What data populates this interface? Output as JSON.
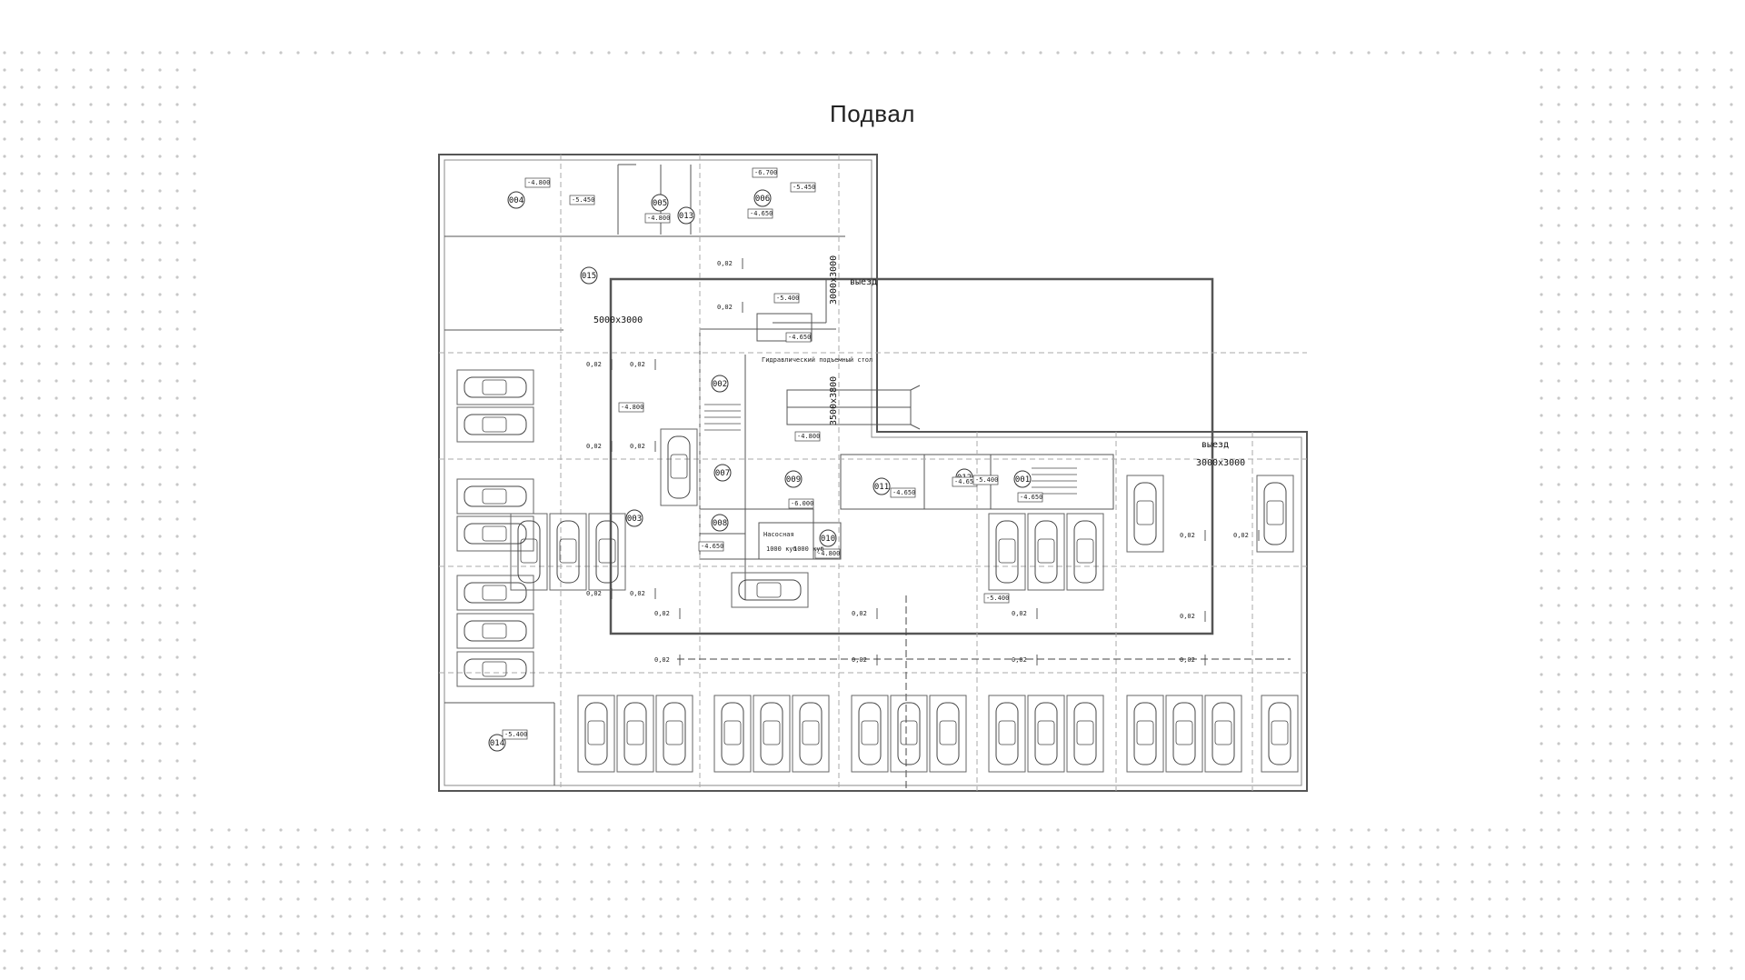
{
  "title": "Подвал",
  "rooms": [
    "001",
    "002",
    "003",
    "004",
    "005",
    "006",
    "007",
    "008",
    "009",
    "010",
    "011",
    "012",
    "013",
    "014",
    "015"
  ],
  "elevations": [
    "-4.800",
    "-5.450",
    "-4.800",
    "-6.700",
    "-5.450",
    "-4.650",
    "-5.400",
    "-4.650",
    "-4.800",
    "-4.800",
    "-4.650",
    "-4.650",
    "-5.400",
    "-4.650",
    "-4.650",
    "-6.000",
    "-4.800",
    "-5.400",
    "-5.400"
  ],
  "slopes": [
    "0,02"
  ],
  "openings": {
    "gate_1": "5000x3000",
    "gate_2": "3000x3000",
    "gate_3": "3500x3800",
    "gate_4": "3000x3000"
  },
  "exit_label": "выезд",
  "notes": {
    "tank": "Гидравлический подъемный стол",
    "pump1": "Насосная",
    "pump2": "1000 куб",
    "pump3": "1000 куб"
  }
}
